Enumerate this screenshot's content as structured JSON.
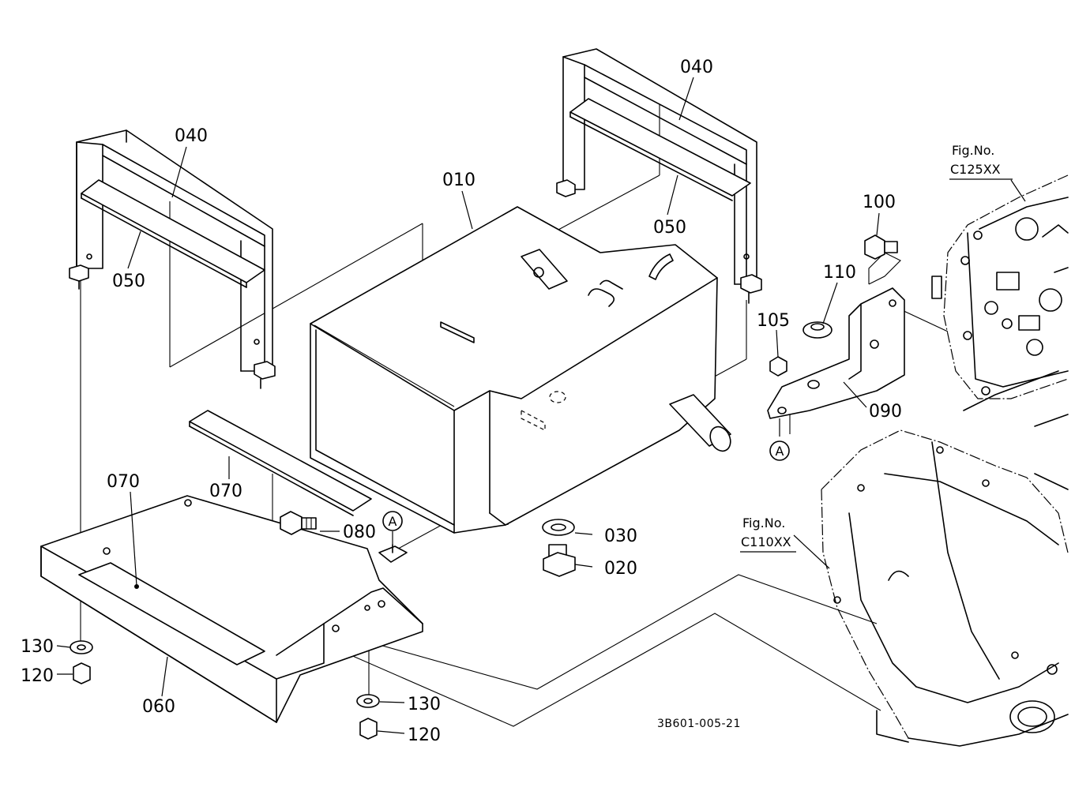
{
  "labels": {
    "p010": "010",
    "p020": "020",
    "p030": "030",
    "p040_left": "040",
    "p040_right": "040",
    "p050_left": "050",
    "p050_right": "050",
    "p060": "060",
    "p070_left": "070",
    "p070_mid": "070",
    "p080": "080",
    "p090": "090",
    "p100": "100",
    "p105": "105",
    "p110": "110",
    "p120_left": "120",
    "p120_bottom": "120",
    "p130_left": "130",
    "p130_bottom": "130",
    "ref_a1": "A",
    "ref_a2": "A"
  },
  "figure_refs": {
    "upper_line1": "Fig.No.",
    "upper_line2": "C125XX",
    "lower_line1": "Fig.No.",
    "lower_line2": "C110XX"
  },
  "drawing_code": "3B601-005-21"
}
